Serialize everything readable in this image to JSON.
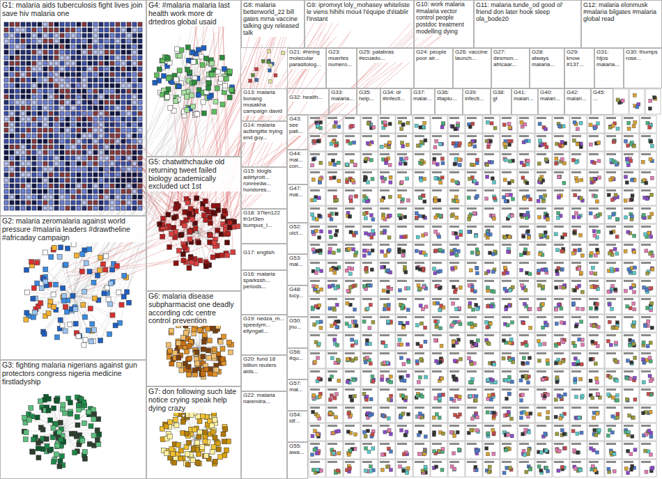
{
  "diagram": {
    "nodes": [
      {
        "text": [
          "G1: malaria aids tuberculosis fight lives join save hiv malaria one"
        ]
      },
      {
        "text": [
          "G2: malaria zeromalaria against world pressure #malaria leaders #drawtheline #africaday campaign"
        ]
      },
      {
        "text": [
          "G3: fighting malaria nigerians against gun protectors congress nigeria medicine firstladyship"
        ]
      },
      {
        "text": [
          "G4: #malaria malaria last health work more dr drtedros global usaid"
        ]
      },
      {
        "text": [
          "G5: chatwithchauke old returning tweet failed biology academically excluded uct 1st"
        ]
      },
      {
        "text": [
          "G6: malaria disease subpharmacist one deadly according cdc centre control prevention"
        ]
      },
      {
        "text": [
          "G7: don following such late notice crying speak help dying crazy"
        ]
      },
      {
        "text": [
          "G8: malaria betterworld_22 bill gates mrna vaccine talking guy released talk"
        ]
      },
      {
        "text": [
          "G9: ipromxyt loly_mohasey whiteliste le viens hihihi mou4 l'équipe d'établir l'instant"
        ]
      },
      {
        "text": [
          "G10: work malaria #malaria vector control people postdoc treatment modelling dying"
        ]
      },
      {
        "text": [
          "G11: malaria tunde_od good ol' friend don later hook sleep ola_bode20"
        ]
      },
      {
        "text": [
          "G12: malaria elonmusk #malaria bilgates #malaria global read"
        ]
      },
      {
        "text": [
          "G21: #hiring molecular parasitolog..."
        ]
      },
      {
        "text": [
          "G23: muertes numero..."
        ]
      },
      {
        "text": [
          "G25: palabras #ecuado..."
        ]
      },
      {
        "text": [
          "G24: people poor air..."
        ]
      },
      {
        "text": [
          "G26: vaccine launch..."
        ]
      },
      {
        "text": [
          "G27: desmon... africaar..."
        ]
      },
      {
        "text": [
          "G28: always malaria..."
        ]
      },
      {
        "text": [
          "G29: know #137..."
        ]
      },
      {
        "text": [
          "G31: hijos malaria..."
        ]
      },
      {
        "text": [
          "G30: thumps rose..."
        ]
      },
      {
        "text": [
          "G13: malaria bonang musakha campaign david"
        ]
      },
      {
        "text": [
          "G14: malaria actbrigitte trying end guy..."
        ]
      },
      {
        "text": [
          "G15: ldogls adirtyrott... ronreedw... hondores..."
        ]
      },
      {
        "text": [
          "G18: 37ten122 th1rt3en bumpus_l..."
        ]
      },
      {
        "text": [
          "G17: english"
        ]
      },
      {
        "text": [
          "G16: malaria sparkssh... periods..."
        ]
      },
      {
        "text": [
          "G19: nedza_m... speedym... ellyngail..."
        ]
      },
      {
        "text": [
          "G20: fund 18 billion reuters aids..."
        ]
      },
      {
        "text": [
          "G22: malaria narendra..."
        ]
      },
      {
        "text": [
          "G32: health..."
        ]
      },
      {
        "text": [
          "G33: malaria..."
        ]
      },
      {
        "text": [
          "G35: help..."
        ]
      },
      {
        "text": [
          "G34: dr #infecti..."
        ]
      },
      {
        "text": [
          "G37: malar..."
        ]
      },
      {
        "text": [
          "G36: #laptu..."
        ]
      },
      {
        "text": [
          "G39: infecti..."
        ]
      },
      {
        "text": [
          "G38: gt"
        ]
      },
      {
        "text": [
          "G41: malari..."
        ]
      },
      {
        "text": [
          "G40: malari..."
        ]
      },
      {
        "text": [
          "G42: malari..."
        ]
      },
      {
        "text": [
          "G45: ..."
        ]
      },
      {
        "text": [
          "G43: see pati..."
        ]
      },
      {
        "text": [
          "G44: mal... con..."
        ]
      },
      {
        "text": [
          "G47: mal..."
        ]
      },
      {
        "text": [
          "G52: uict..."
        ]
      },
      {
        "text": [
          "G53: mal..."
        ]
      },
      {
        "text": [
          "G48: lucy..."
        ]
      },
      {
        "text": [
          "G50: jnu..."
        ]
      },
      {
        "text": [
          "G56: #qu..."
        ]
      },
      {
        "text": [
          "G57: mal..."
        ]
      },
      {
        "text": [
          "G54: idf..."
        ]
      },
      {
        "text": [
          "G55: awa..."
        ]
      }
    ]
  }
}
